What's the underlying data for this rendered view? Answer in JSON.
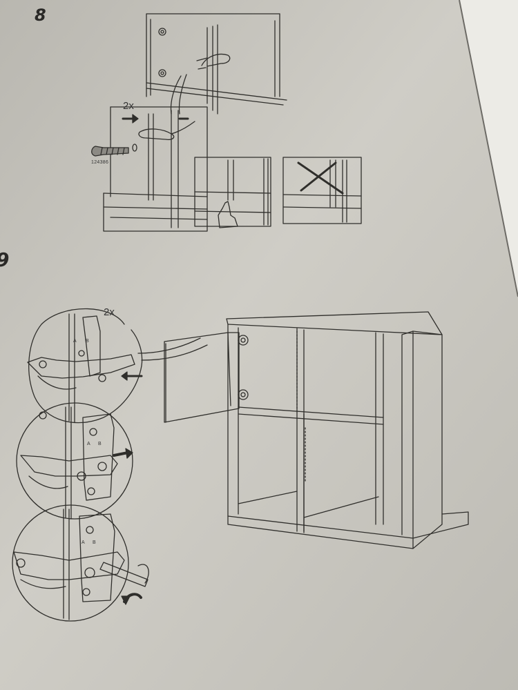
{
  "step8": {
    "number": "8",
    "quantity": "2x",
    "part_number": "124386",
    "correct_icon": "pointing-hand-icon",
    "wrong_icon": "cross-icon"
  },
  "step9": {
    "number": "9",
    "quantity": "2x",
    "hinge_labels": [
      "A",
      "B"
    ],
    "tool_icon": "screwdriver-icon",
    "rotate_icon": "rotate-arrow-icon"
  },
  "colors": {
    "paper": "#c9c7c0",
    "paper_shadow": "#9a9891",
    "ink": "#2f2e2b",
    "margin_white": "#ecebe6"
  }
}
